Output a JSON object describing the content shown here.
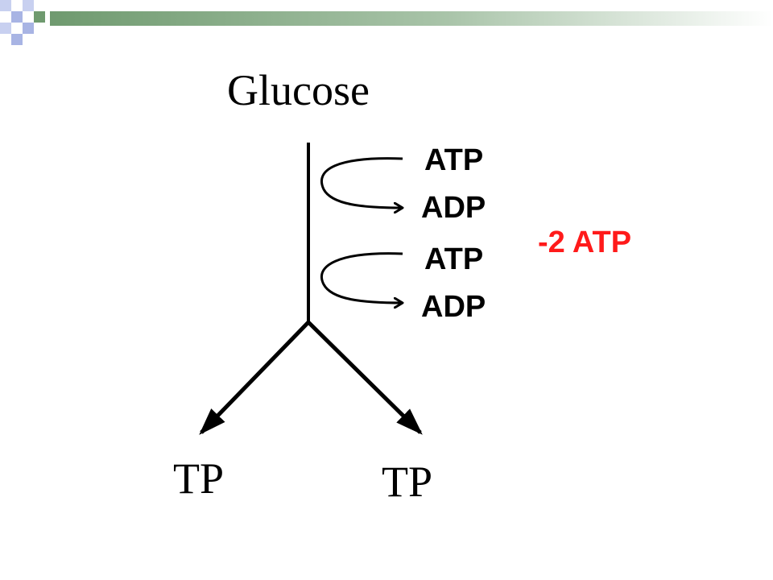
{
  "colors": {
    "band_blue": "#a8b4e4",
    "band_green": "#6f9a6f",
    "band_white": "#ffffff",
    "ink": "#000000",
    "net_atp_color": "#ff1a1a"
  },
  "diagram": {
    "substrate": "Glucose",
    "steps": [
      {
        "input": "ATP",
        "output": "ADP"
      },
      {
        "input": "ATP",
        "output": "ADP"
      }
    ],
    "net_energy": "-2 ATP",
    "products": [
      "TP",
      "TP"
    ]
  }
}
